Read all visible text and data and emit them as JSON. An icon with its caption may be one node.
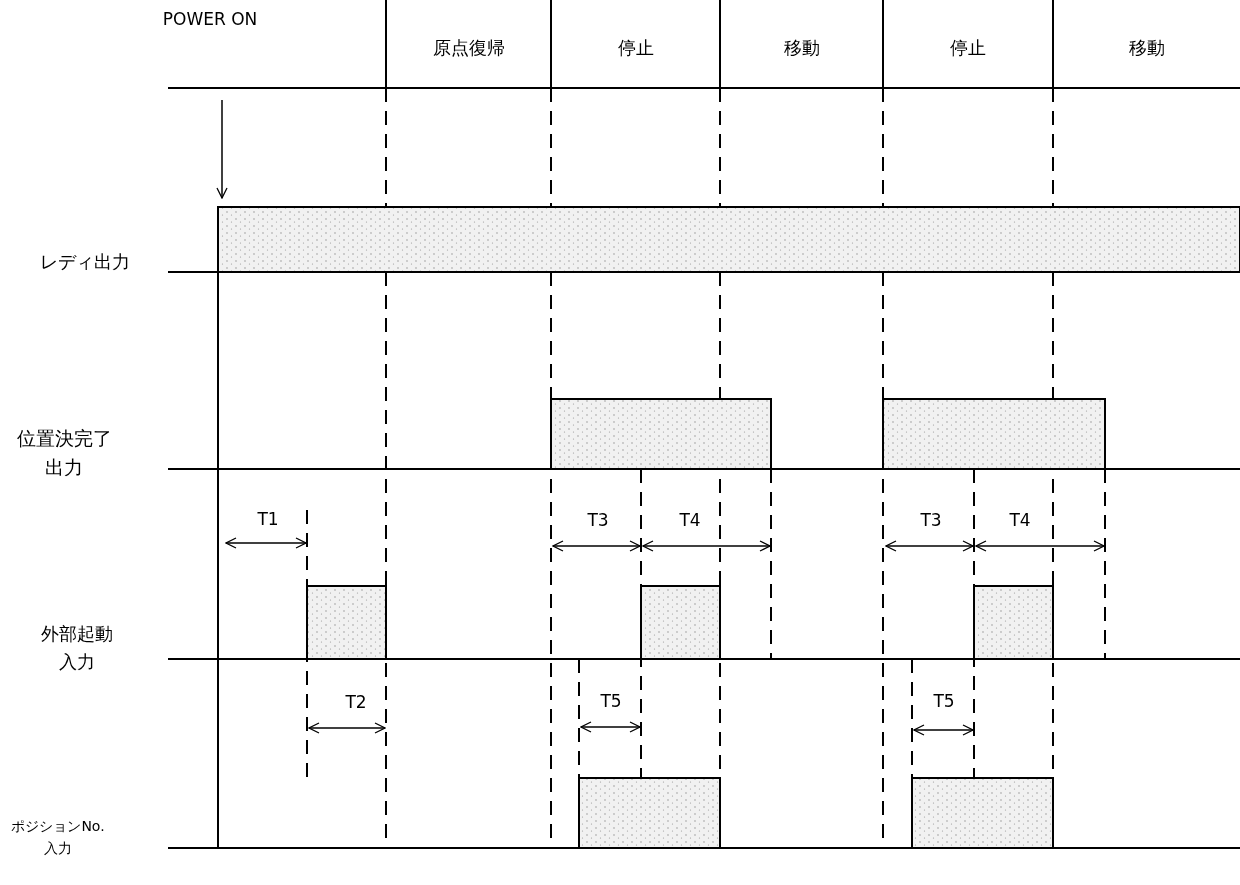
{
  "diagram": {
    "labels": [
      "POWER ON",
      "原点復帰",
      "停止",
      "移動",
      "停止",
      "移動",
      "レディ出力",
      "位置決完了出力",
      "T1",
      "T3",
      "T4",
      "T3",
      "T4",
      "外部起動入力",
      "T2",
      "T5",
      "T5",
      "ポジションNo.入力"
    ]
  }
}
